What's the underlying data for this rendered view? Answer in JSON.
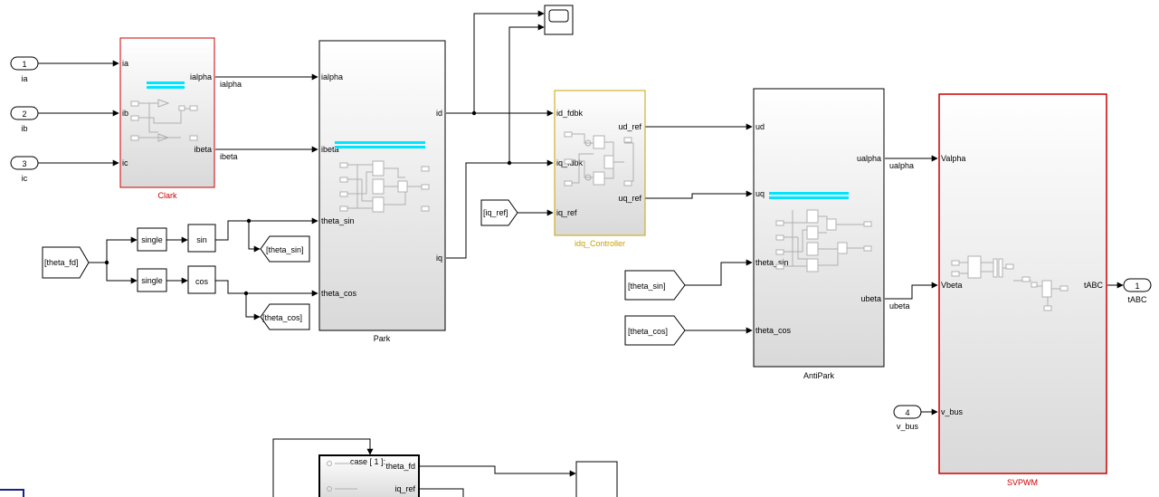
{
  "colors": {
    "red": "#cc0000",
    "gold": "#c8a000",
    "cyan": "#00e5ff"
  },
  "blocks": {
    "clark": {
      "name": "Clark",
      "in": [
        "ia",
        "ib",
        "ic"
      ],
      "out": [
        "ialpha",
        "ibeta"
      ]
    },
    "park": {
      "name": "Park",
      "in": [
        "ialpha",
        "ibeta",
        "theta_sin",
        "theta_cos"
      ],
      "out": [
        "id",
        "iq"
      ]
    },
    "idq": {
      "name": "idq_Controller",
      "in": [
        "id_fdbk",
        "iq_fdbk",
        "iq_ref"
      ],
      "out": [
        "ud_ref",
        "uq_ref"
      ]
    },
    "antipark": {
      "name": "AntiPark",
      "in": [
        "ud",
        "uq",
        "theta_sin",
        "theta_cos"
      ],
      "out": [
        "ualpha",
        "ubeta"
      ]
    },
    "svpwm": {
      "name": "SVPWM",
      "in": [
        "Valpha",
        "Vbeta",
        "v_bus"
      ],
      "out": [
        "tABC"
      ]
    },
    "bottom": {
      "title": "case [ 1 ]:",
      "out": [
        "theta_fd",
        "iq_ref"
      ]
    }
  },
  "inports": [
    {
      "num": "1",
      "name": "ia"
    },
    {
      "num": "2",
      "name": "ib"
    },
    {
      "num": "3",
      "name": "ic"
    },
    {
      "num": "4",
      "name": "v_bus"
    }
  ],
  "outport": {
    "num": "1",
    "name": "tABC"
  },
  "signals": {
    "ialpha": "ialpha",
    "ibeta": "ibeta",
    "ualpha": "ualpha",
    "ubeta": "ubeta"
  },
  "tags": {
    "from_theta_fd": "[theta_fd]",
    "goto_theta_sin": "[theta_sin]",
    "goto_theta_cos": "[theta_cos]",
    "from_iq_ref": "[iq_ref]",
    "from_theta_sin": "[theta_sin]",
    "from_theta_cos": "[theta_cos]"
  },
  "ops": {
    "single1": "single",
    "single2": "single",
    "sin": "sin",
    "cos": "cos"
  }
}
